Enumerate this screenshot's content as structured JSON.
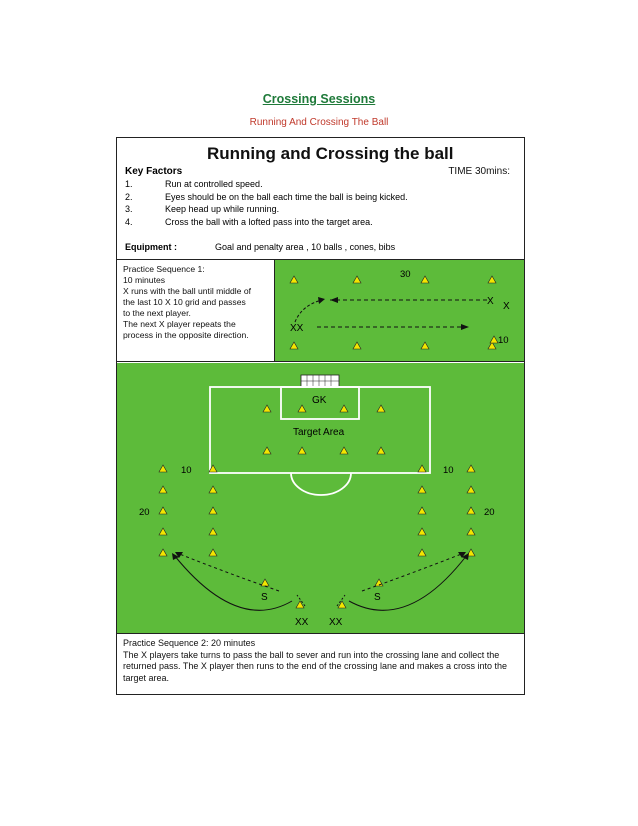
{
  "doc": {
    "title": "Crossing Sessions",
    "subtitle": "Running And Crossing The Ball"
  },
  "sheet": {
    "title": "Running and Crossing the ball",
    "time": "TIME 30mins:",
    "key_factors_heading": "Key Factors",
    "key_factors": [
      {
        "num": "1.",
        "text": "Run at controlled speed."
      },
      {
        "num": "2.",
        "text": "Eyes should be on the ball each time the ball is being kicked."
      },
      {
        "num": "3.",
        "text": "Keep head up while running."
      },
      {
        "num": "4.",
        "text": "Cross the ball with a lofted pass into the target area."
      }
    ],
    "equipment_label": "Equipment :",
    "equipment": "Goal and penalty area , 10 balls , cones, bibs"
  },
  "ps1": {
    "lines": [
      "Practice Sequence 1:",
      "10 minutes",
      "X runs with the ball until middle of",
      "the last 10 X 10 grid and passes",
      "to the next player.",
      "The next X player repeats the",
      "process in the opposite direction."
    ],
    "labels": {
      "top": "30",
      "side": "10",
      "x1": "X",
      "x2": "X",
      "x3": "XX"
    }
  },
  "field": {
    "gk": "GK",
    "target": "Target Area",
    "left_top": "10",
    "left_side": "20",
    "right_top": "10",
    "right_side": "20",
    "s_left": "S",
    "s_right": "S",
    "x_left": "XX",
    "x_right": "XX"
  },
  "ps2": {
    "text": "Practice Sequence 2: 20 minutes\nThe X players take turns to pass the ball to sever and run into the crossing lane and collect the returned pass. The X player then runs to the end of the crossing lane and makes a cross into the target area."
  },
  "colors": {
    "grass": "#5dbb3a",
    "cone": "#f2e600",
    "title_green": "#1f7a3a",
    "subtitle_red": "#c0392b"
  }
}
